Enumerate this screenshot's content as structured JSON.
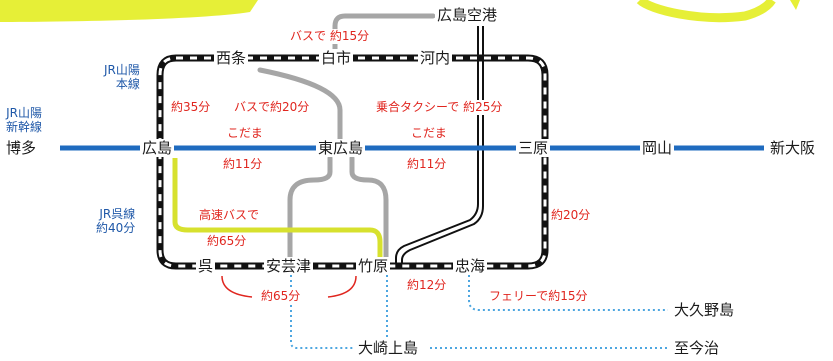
{
  "stations": {
    "hiroshima_airport": "広島空港",
    "saijo": "西条",
    "shiraichi": "白市",
    "kochi": "河内",
    "hakata": "博多",
    "hiroshima": "広島",
    "higashi_hiroshima": "東広島",
    "mihara": "三原",
    "okayama": "岡山",
    "shin_osaka": "新大阪",
    "kure": "呉",
    "akitsu": "安芸津",
    "takehara": "竹原",
    "tadanoumi": "忠海",
    "okunoshima": "大久野島",
    "osakikamijima": "大崎上島",
    "imabari": "至今治"
  },
  "lines": {
    "sanyo_main": [
      "JR山陽",
      "本線"
    ],
    "sanyo_shinkansen": [
      "JR山陽",
      "新幹線"
    ],
    "kure_line": [
      "JR呉線",
      "約40分"
    ]
  },
  "routes": {
    "bus_airport": "バスで 約15分",
    "main_35": "約35分",
    "bus_20": "バスで約20分",
    "taxi": "乗合タクシーで 約25分",
    "kodama_1": "こだま",
    "time_11_1": "約11分",
    "kodama_2": "こだま",
    "time_11_2": "約11分",
    "express_bus": "高速バスで",
    "express_bus_time": "約65分",
    "time_20": "約20分",
    "time_12": "約12分",
    "ferry": "フェリーで約15分",
    "time_65": "約65分"
  },
  "colors": {
    "shinkansen": "#1f6bbf",
    "bus": "#a6a6a6",
    "express_bus": "#d7e12e",
    "ferry": "#4da6e0",
    "rail": "#111111",
    "label_red": "#e0261f",
    "label_blue": "#1f58a8",
    "banner": "#e6ef37"
  }
}
